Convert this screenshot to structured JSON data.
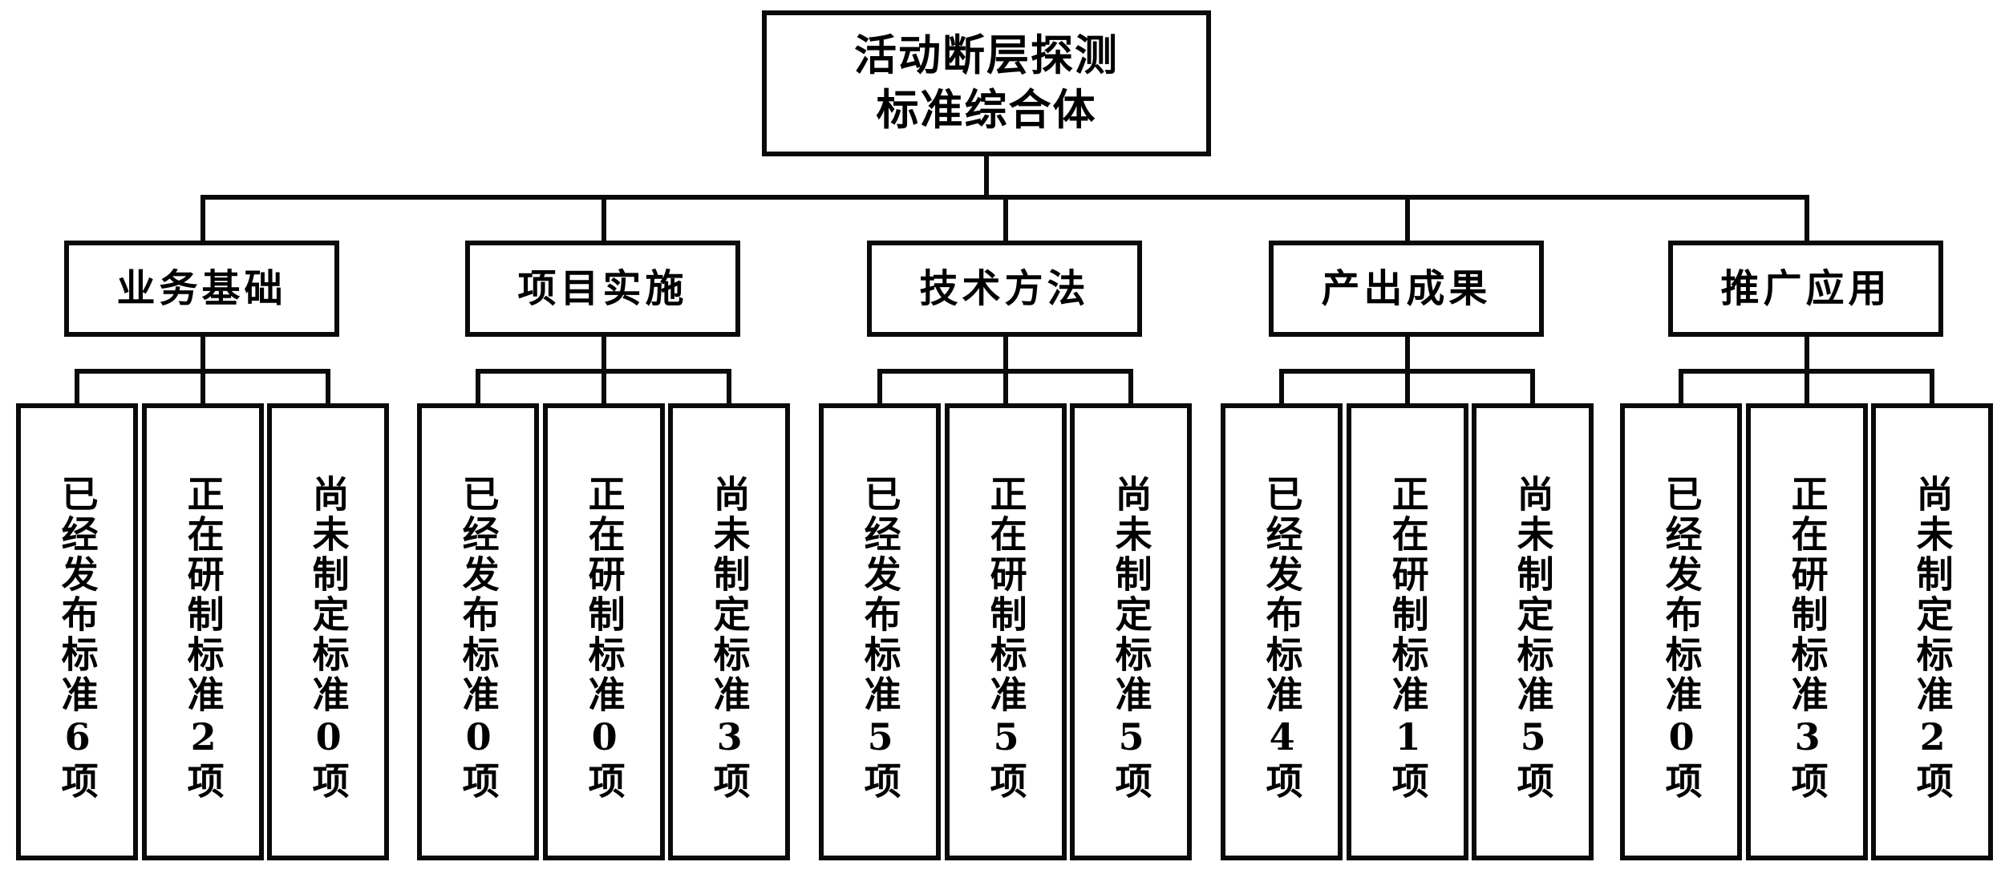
{
  "diagram": {
    "title": "活动断层探测标准综合体",
    "root": {
      "label": "活动断层探测\n标准综合体"
    },
    "categories": [
      {
        "label": "业务基础"
      },
      {
        "label": "项目实施"
      },
      {
        "label": "技术方法"
      },
      {
        "label": "产出成果"
      },
      {
        "label": "推广应用"
      }
    ],
    "leaves": [
      {
        "label": "已经发布标准6项"
      },
      {
        "label": "正在研制标准2项"
      },
      {
        "label": "尚未制定标准0项"
      },
      {
        "label": "已经发布标准0项"
      },
      {
        "label": "正在研制标准0项"
      },
      {
        "label": "尚未制定标准3项"
      },
      {
        "label": "已经发布标准5项"
      },
      {
        "label": "正在研制标准5项"
      },
      {
        "label": "尚未制定标准5项"
      },
      {
        "label": "已经发布标准4项"
      },
      {
        "label": "正在研制标准1项"
      },
      {
        "label": "尚未制定标准5项"
      },
      {
        "label": "已经发布标准0项"
      },
      {
        "label": "正在研制标准3项"
      },
      {
        "label": "尚未制定标准2项"
      }
    ],
    "colors": {
      "line": "#0a0a0a",
      "background": "#ffffff",
      "text": "#000000"
    }
  },
  "chart_data": {
    "type": "table",
    "title": "活动断层探测标准综合体",
    "categories": [
      "业务基础",
      "项目实施",
      "技术方法",
      "产出成果",
      "推广应用"
    ],
    "status_labels": [
      "已经发布标准",
      "正在研制标准",
      "尚未制定标准"
    ],
    "unit": "项",
    "series": [
      {
        "name": "已经发布标准",
        "values": [
          6,
          0,
          5,
          4,
          0
        ]
      },
      {
        "name": "正在研制标准",
        "values": [
          2,
          0,
          5,
          1,
          3
        ]
      },
      {
        "name": "尚未制定标准",
        "values": [
          0,
          3,
          5,
          5,
          2
        ]
      }
    ]
  }
}
